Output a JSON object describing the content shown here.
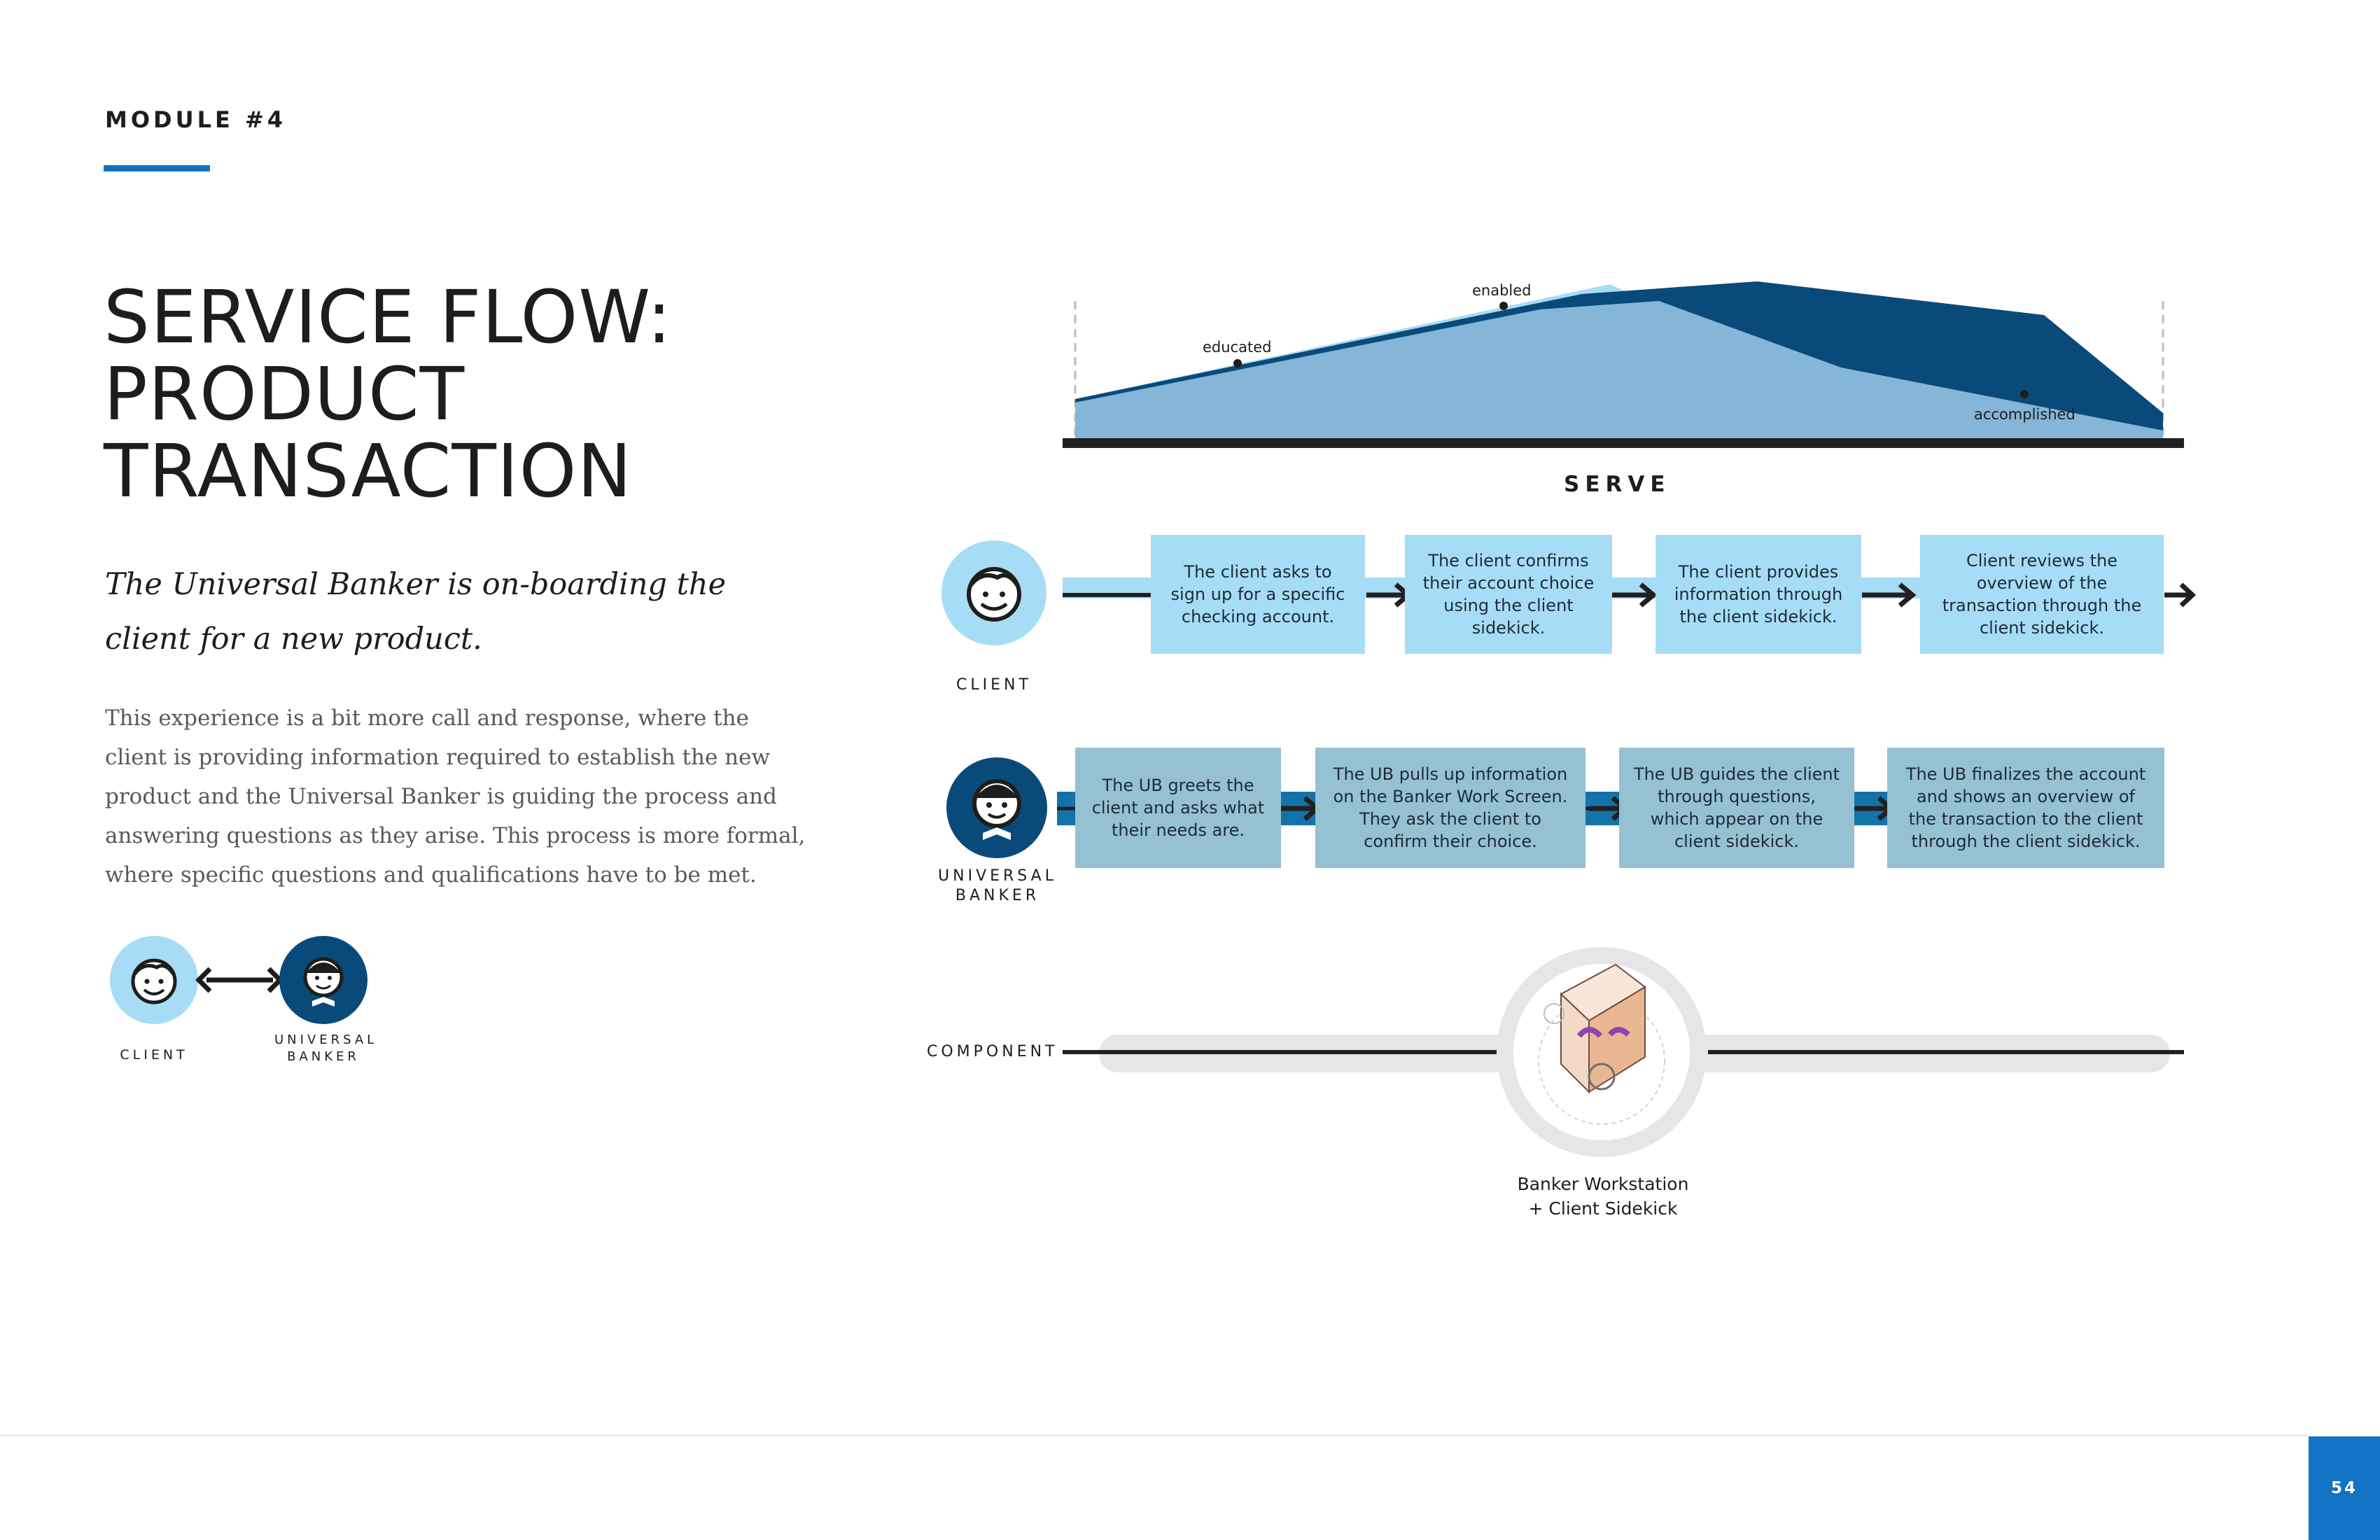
{
  "header": {
    "module": "MODULE #4"
  },
  "title": {
    "line1": "SERVICE FLOW:",
    "line2": "PRODUCT",
    "line3": "TRANSACTION"
  },
  "lead": "The Universal Banker is on-boarding the client for a new product.",
  "body": "This experience is a bit more call and response, where the client is providing information required to establish the new product and the Universal Banker is guiding the process and answering questions as they arise. This process is more formal, where specific questions and qualifications have to be met.",
  "legend": {
    "client_label": "CLIENT",
    "banker_label_1": "UNIVERSAL",
    "banker_label_2": "BANKER"
  },
  "serve_chart": {
    "label": "SERVE",
    "points": {
      "educated": "educated",
      "enabled": "enabled",
      "accomplished": "accomplished"
    }
  },
  "client_lane": {
    "label": "CLIENT",
    "steps": [
      "The client asks to sign up for a specific checking account.",
      "The client confirms their account choice using the client sidekick.",
      "The client provides information through the client sidekick.",
      "Client reviews the overview of the transaction through the client sidekick."
    ]
  },
  "banker_lane": {
    "label_1": "UNIVERSAL",
    "label_2": "BANKER",
    "steps": [
      "The UB greets the client and asks what their needs are.",
      "The UB pulls up information on the Banker Work Screen. They ask the client to confirm their choice.",
      "The UB guides the client through questions, which appear on the client sidekick.",
      "The UB finalizes the account and shows an overview of the transaction to the client through the client sidekick."
    ]
  },
  "component": {
    "label": "COMPONENT",
    "caption_1": "Banker Workstation",
    "caption_2": "+ Client Sidekick"
  },
  "footer": {
    "page_number": "54"
  },
  "colors": {
    "accent": "#1273c4",
    "light_blue": "#a6dcf6",
    "dark_blue": "#0a4a7a",
    "mid_blue": "#85b5d7",
    "grey_blue": "#95c1d3"
  }
}
